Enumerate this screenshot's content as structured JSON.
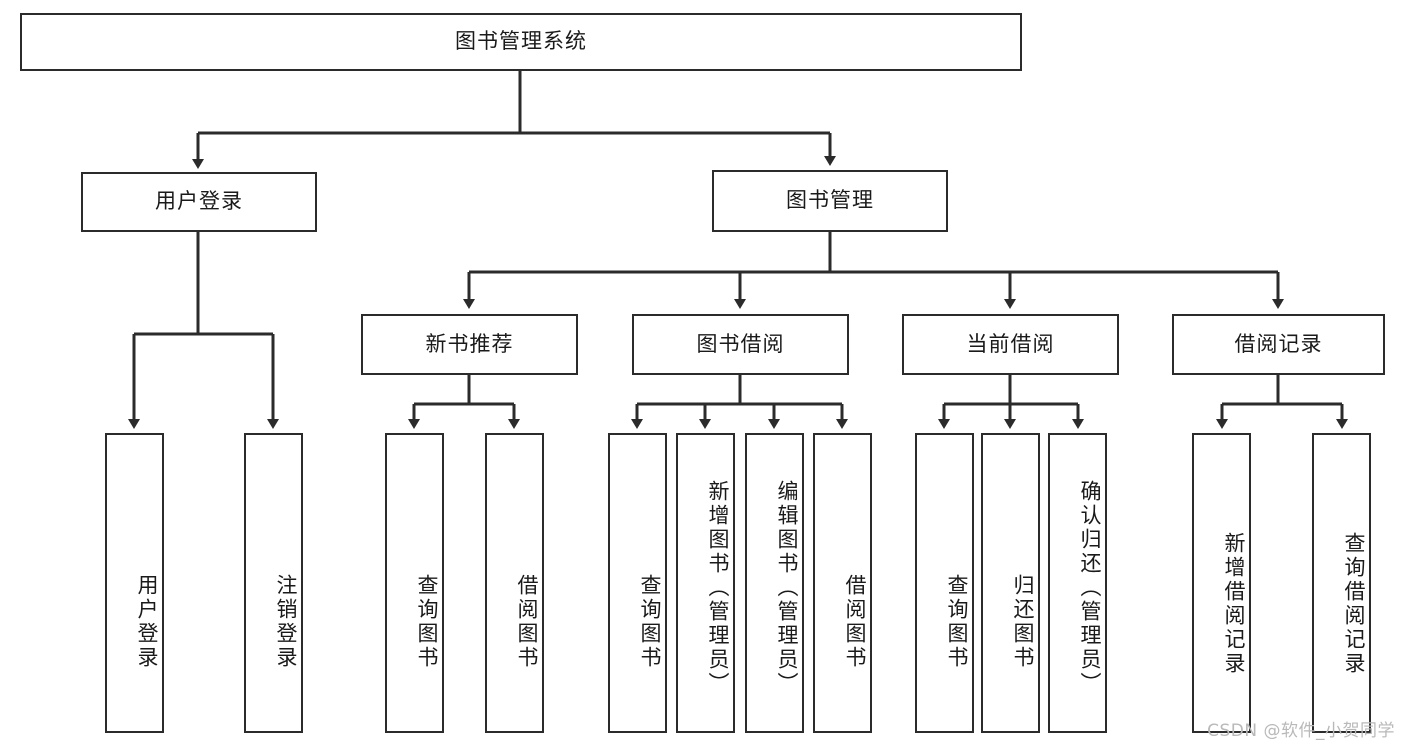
{
  "diagram": {
    "title_node": {
      "label": "图书管理系统"
    },
    "level2": [
      {
        "id": "user-login",
        "label": "用户登录"
      },
      {
        "id": "book-manage",
        "label": "图书管理"
      }
    ],
    "level3": [
      {
        "id": "new-book-recommend",
        "label": "新书推荐"
      },
      {
        "id": "book-borrow",
        "label": "图书借阅"
      },
      {
        "id": "current-borrow",
        "label": "当前借阅"
      },
      {
        "id": "borrow-record",
        "label": "借阅记录"
      }
    ],
    "leaves": [
      {
        "id": "leaf-user-login",
        "label": "用户登录"
      },
      {
        "id": "leaf-logout-login",
        "label": "注销登录"
      },
      {
        "id": "leaf-query-book-1",
        "label": "查询图书"
      },
      {
        "id": "leaf-borrow-book-1",
        "label": "借阅图书"
      },
      {
        "id": "leaf-query-book-2",
        "label": "查询图书"
      },
      {
        "id": "leaf-add-book-admin",
        "label": "新增图书（管理员）"
      },
      {
        "id": "leaf-edit-book-admin",
        "label": "编辑图书（管理员）"
      },
      {
        "id": "leaf-borrow-book-2",
        "label": "借阅图书"
      },
      {
        "id": "leaf-query-book-3",
        "label": "查询图书"
      },
      {
        "id": "leaf-return-book",
        "label": "归还图书"
      },
      {
        "id": "leaf-confirm-return-admin",
        "label": "确认归还（管理员）"
      },
      {
        "id": "leaf-add-borrow-record",
        "label": "新增借阅记录"
      },
      {
        "id": "leaf-query-borrow-record",
        "label": "查询借阅记录"
      }
    ],
    "watermark": "CSDN @软件_小贺同学",
    "colors": {
      "stroke": "#2b2b2b",
      "background": "#ffffff",
      "text": "#1a1a1a",
      "watermark": "#b9b9b9"
    }
  }
}
